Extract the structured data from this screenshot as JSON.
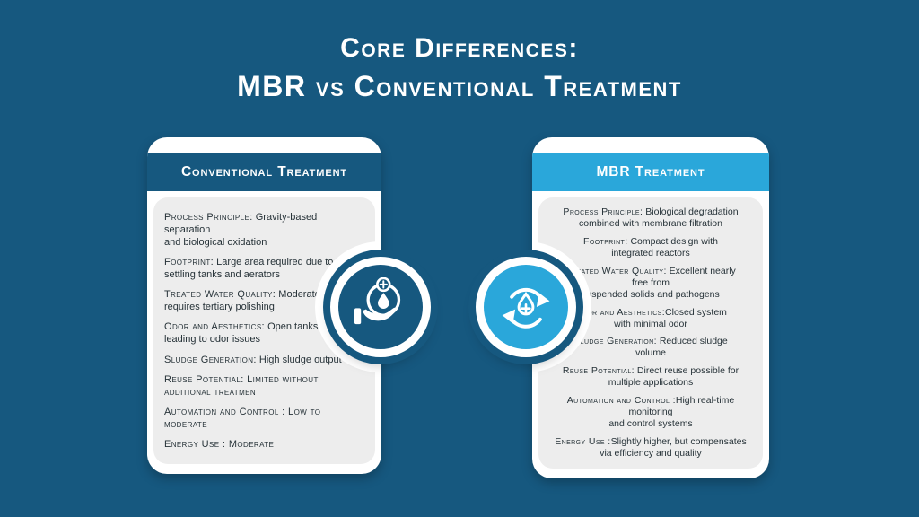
{
  "colors": {
    "background": "#16587F",
    "accent_light_blue": "#2AA7DA",
    "card_body_gray": "#EDEDED",
    "text_dark": "#263238",
    "white": "#FFFFFF"
  },
  "title": {
    "line1": "Core Differences:",
    "line2": "MBR vs Conventional Treatment"
  },
  "cards": {
    "conventional": {
      "header": "Conventional Treatment",
      "icon": "hand-holding-water-drop-icon",
      "items": [
        {
          "label": "Process Principle:",
          "desc": " Gravity-based separation\nand biological oxidation"
        },
        {
          "label": "Footprint:",
          "desc": " Large area required due to\nsettling tanks and aerators"
        },
        {
          "label": "Treated Water Quality:",
          "desc": " Moderate often\nrequires tertiary polishing"
        },
        {
          "label": "Odor and Aesthetics:",
          "desc": " Open tanks\nleading to odor issues"
        },
        {
          "label": "Sludge Generation:",
          "desc": " High sludge output"
        },
        {
          "label": "Reuse Potential:",
          "desc": " Limited without\nadditional treatment",
          "sc": true
        },
        {
          "label": "Automation and Control :",
          "desc": " Low to moderate",
          "sc": true
        },
        {
          "label": "Energy Use :",
          "desc": " Moderate",
          "sc": true
        }
      ]
    },
    "mbr": {
      "header": "MBR Treatment",
      "icon": "recycle-water-drop-icon",
      "items": [
        {
          "label": "Process Principle:",
          "desc": " Biological degradation\ncombined with membrane filtration"
        },
        {
          "label": "Footprint:",
          "desc": " Compact design with\nintegrated reactors"
        },
        {
          "label": "Treated Water Quality:",
          "desc": " Excellent nearly\nfree from\nsuspended solids and pathogens"
        },
        {
          "label": "Odor and Aesthetics:",
          "desc": "Closed system\nwith minimal odor"
        },
        {
          "label": "Sludge Generation:",
          "desc": " Reduced sludge\nvolume"
        },
        {
          "label": "Reuse Potential:",
          "desc": " Direct reuse possible for\nmultiple applications"
        },
        {
          "label": "Automation and Control :",
          "desc": "High real-time\nmonitoring\nand control systems"
        },
        {
          "label": "Energy Use :",
          "desc": "Slightly higher, but compensates\nvia efficiency and quality"
        }
      ]
    }
  }
}
